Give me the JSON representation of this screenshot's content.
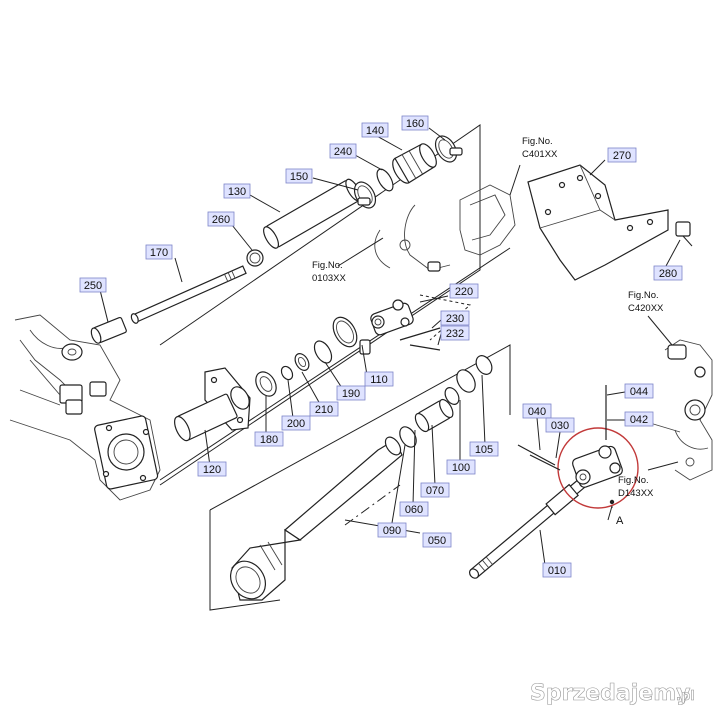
{
  "parts": {
    "p010": "010",
    "p030": "030",
    "p040": "040",
    "p042": "042",
    "p044": "044",
    "p050": "050",
    "p060": "060",
    "p070": "070",
    "p090": "090",
    "p100": "100",
    "p105": "105",
    "p110": "110",
    "p120": "120",
    "p130": "130",
    "p140": "140",
    "p150": "150",
    "p160": "160",
    "p170": "170",
    "p180": "180",
    "p190": "190",
    "p200": "200",
    "p210": "210",
    "p220": "220",
    "p230": "230",
    "p232": "232",
    "p240": "240",
    "p250": "250",
    "p260": "260",
    "p270": "270",
    "p280": "280"
  },
  "fig_refs": {
    "c401": {
      "line1": "Fig.No.",
      "line2": "C401XX"
    },
    "f0103": {
      "line1": "Fig.No.",
      "line2": "0103XX"
    },
    "c420": {
      "line1": "Fig.No.",
      "line2": "C420XX"
    },
    "d143": {
      "line1": "Fig.No.",
      "line2": "D143XX"
    }
  },
  "detail_marker": "A",
  "watermark": {
    "text": "Sprzedajemy",
    "suffix": ".pl"
  }
}
